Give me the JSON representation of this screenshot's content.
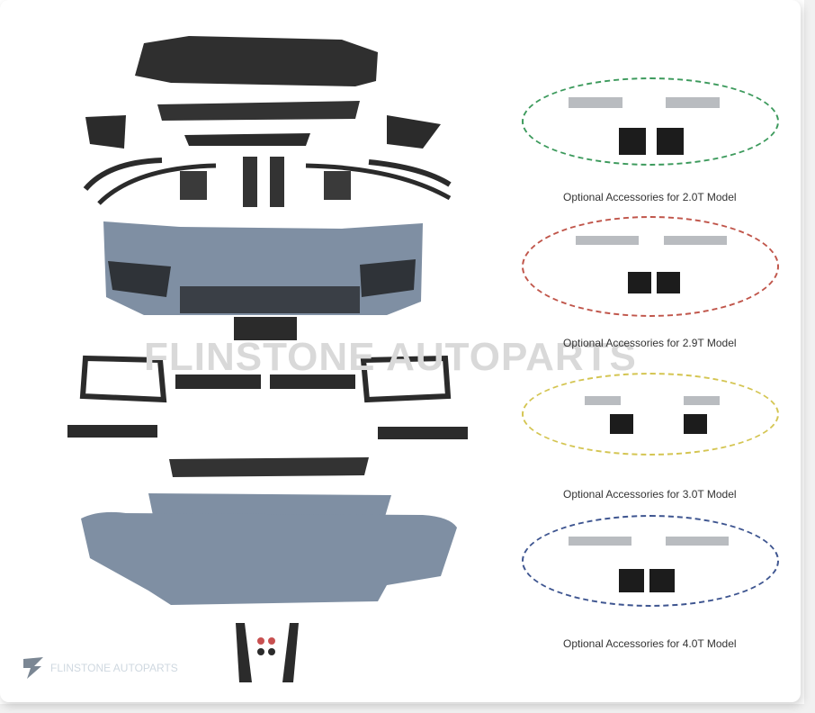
{
  "watermark": "FLINSTONE AUTOPARTS",
  "logo_text": "FLINSTONE AUTOPARTS",
  "colors": {
    "primer": "#7f8fa3",
    "black_plastic": "#2b2b2b",
    "steel": "#b9bcc0",
    "oval_green": "#3c9a5c",
    "oval_red": "#c0554a",
    "oval_yellow": "#d4c552",
    "oval_blue": "#3e5590"
  },
  "accessory_groups": [
    {
      "caption": "Optional Accessories for 2.0T Model",
      "color_key": "green"
    },
    {
      "caption": "Optional Accessories for 2.9T Model",
      "color_key": "red"
    },
    {
      "caption": "Optional Accessories for 3.0T Model",
      "color_key": "yellow"
    },
    {
      "caption": "Optional Accessories for 4.0T Model",
      "color_key": "blue"
    }
  ]
}
